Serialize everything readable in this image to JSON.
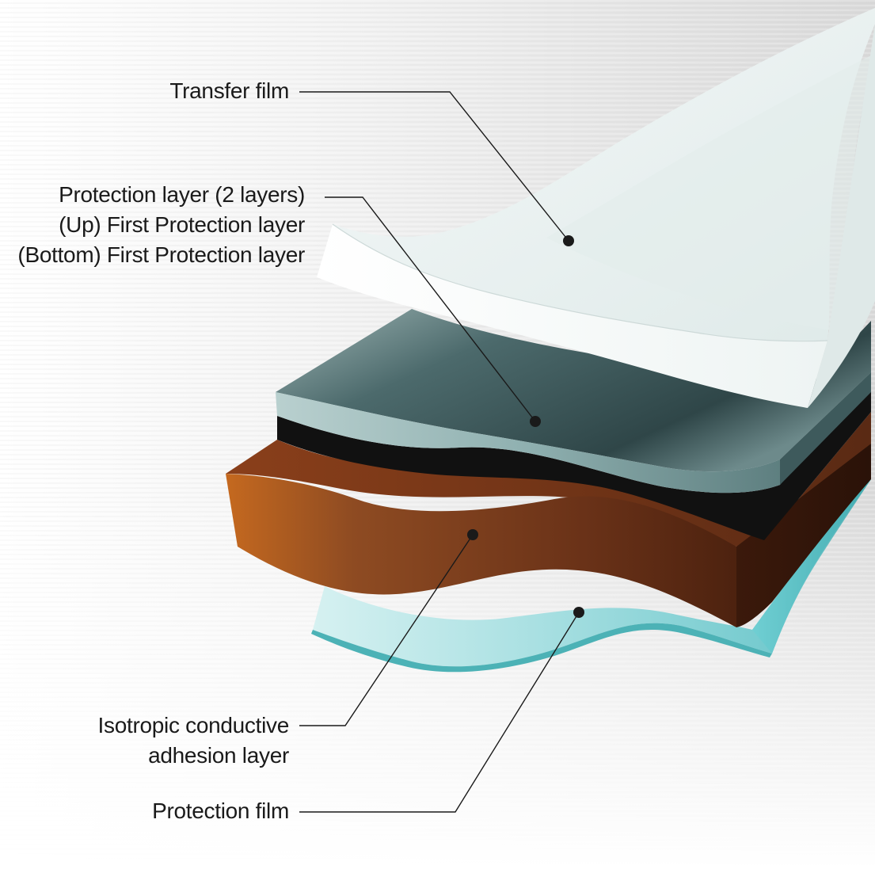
{
  "diagram": {
    "layers": [
      {
        "id": "transfer",
        "name": "transfer-film-layer",
        "color": "#e6efee"
      },
      {
        "id": "protection",
        "name": "protection-layer",
        "color": "#5c7b7d"
      },
      {
        "id": "black",
        "name": "black-layer",
        "color": "#121212"
      },
      {
        "id": "adhesion",
        "name": "isotropic-adhesion-layer",
        "color": "#7a3e1e"
      },
      {
        "id": "film",
        "name": "protection-film-layer",
        "color": "#6cc8cc"
      }
    ],
    "labels": {
      "transfer_film": "Transfer film",
      "protection_layer_line1": "Protection layer (2 layers)",
      "protection_layer_line2": "(Up) First Protection layer",
      "protection_layer_line3": "(Bottom) First Protection layer",
      "adhesion_line1": "Isotropic conductive",
      "adhesion_line2": "adhesion layer",
      "protection_film": "Protection film"
    }
  }
}
